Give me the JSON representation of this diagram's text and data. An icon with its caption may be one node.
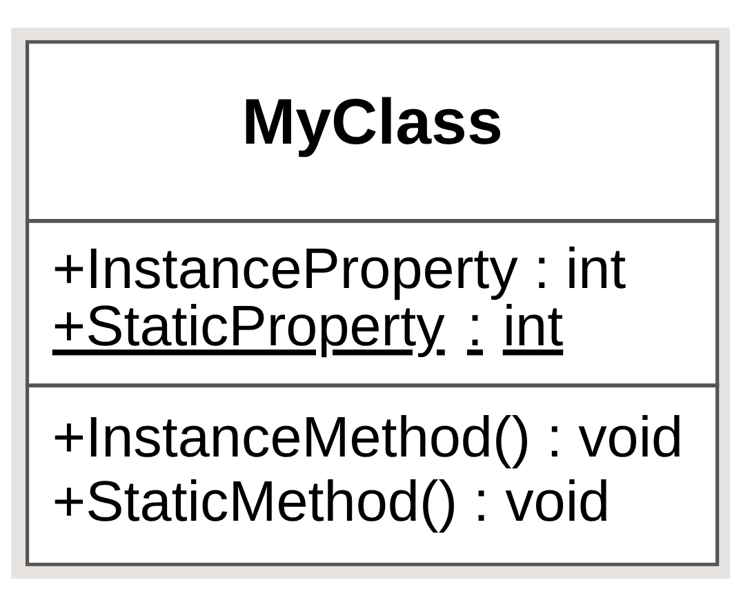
{
  "diagram": {
    "nodes": [
      {
        "text": [
          "MyClass",
          "+InstanceProperty : int",
          "+StaticProperty : int",
          "+InstanceMethod() : void",
          "+StaticMethod() : void"
        ]
      }
    ]
  }
}
